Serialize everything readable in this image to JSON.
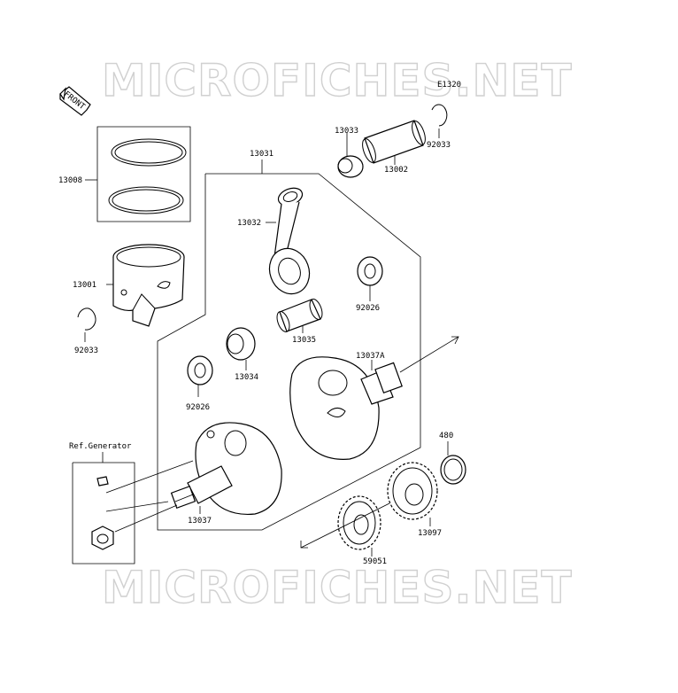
{
  "watermark": "MICROFICHES.NET",
  "diagram_code": "E1320",
  "front_label": "FRONT",
  "ref_label": "Ref.Generator",
  "parts": {
    "p13008": "13008",
    "p13001": "13001",
    "p92033_left": "92033",
    "p13031": "13031",
    "p13032": "13032",
    "p13033": "13033",
    "p13002": "13002",
    "p92033_right": "92033",
    "p92026_right": "92026",
    "p13035": "13035",
    "p13034": "13034",
    "p92026_left": "92026",
    "p13037A": "13037A",
    "p480": "480",
    "p13037": "13037",
    "p13097": "13097",
    "p59051": "59051"
  }
}
